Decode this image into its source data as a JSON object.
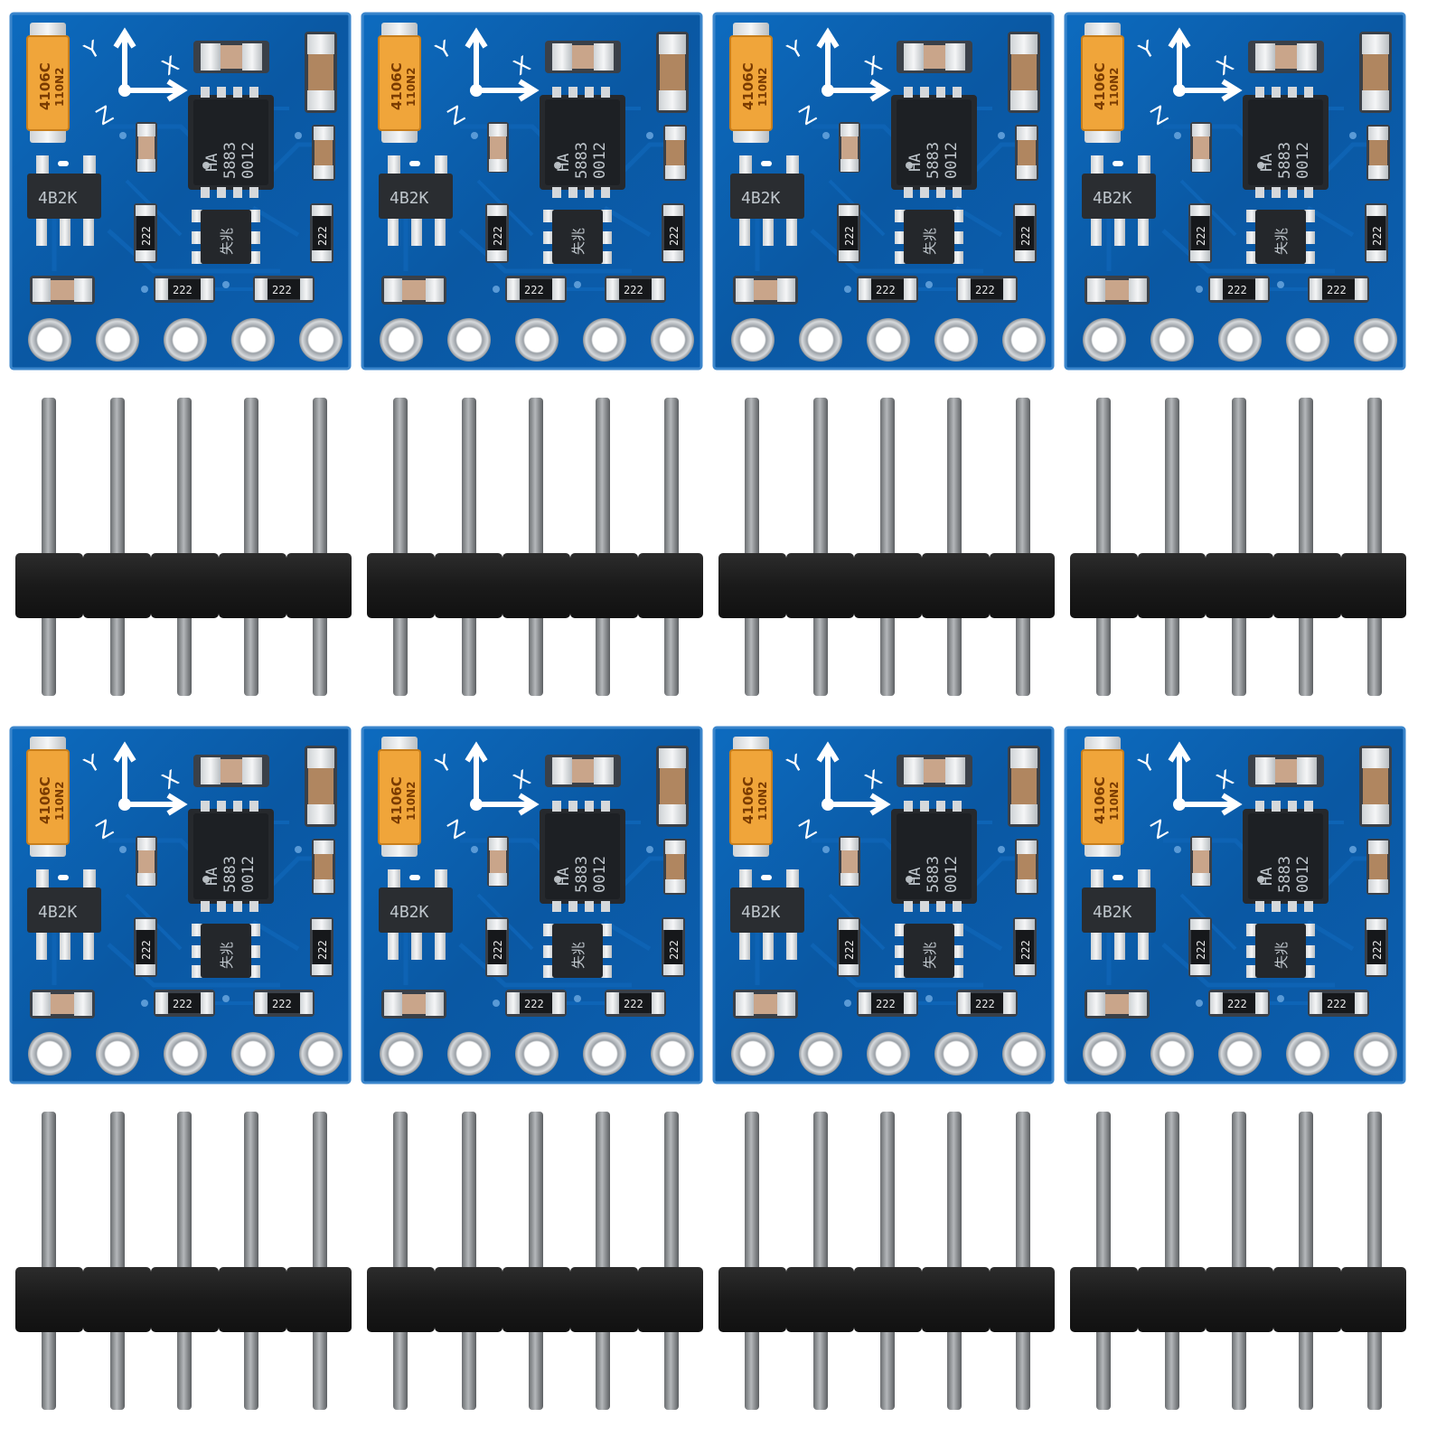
{
  "grid": {
    "columns": 4,
    "rows": 2
  },
  "module": {
    "axis_labels": {
      "x": "X",
      "y": "Y",
      "z": "Z"
    },
    "capacitor_label_line1": "4106C",
    "capacitor_label_line2": "110N2",
    "regulator_label": "4B2K",
    "sensor_chip_lines": [
      "HA",
      "5883",
      "0012"
    ],
    "mosfet_label": "失兆",
    "resistor_label": "222",
    "pin_count": 5
  },
  "colors": {
    "pcb": "#0a5aa6",
    "pcb_edge": "#1a72c0",
    "tantalum_cap": "#f0a53a",
    "header_plastic": "#202020",
    "pin_metal": "#8a8d90"
  }
}
